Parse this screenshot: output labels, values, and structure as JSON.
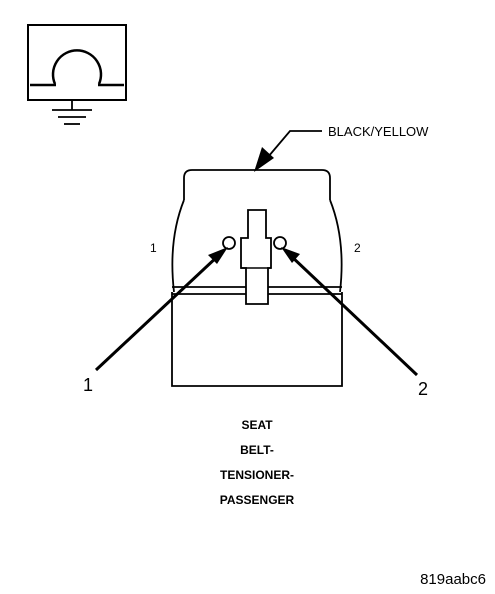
{
  "icons": {
    "ohmmeter": "ohm-symbol-icon",
    "ground": "ground-symbol-icon"
  },
  "labels": {
    "wire_color": "BLACK/YELLOW",
    "cavity_left": "1",
    "cavity_right": "2",
    "callout_left": "1",
    "callout_right": "2",
    "component_lines": [
      "SEAT",
      "BELT-",
      "TENSIONER-",
      "PASSENGER"
    ],
    "figure_id": "819aabc6"
  },
  "colors": {
    "ink": "#000000",
    "background": "#ffffff"
  }
}
